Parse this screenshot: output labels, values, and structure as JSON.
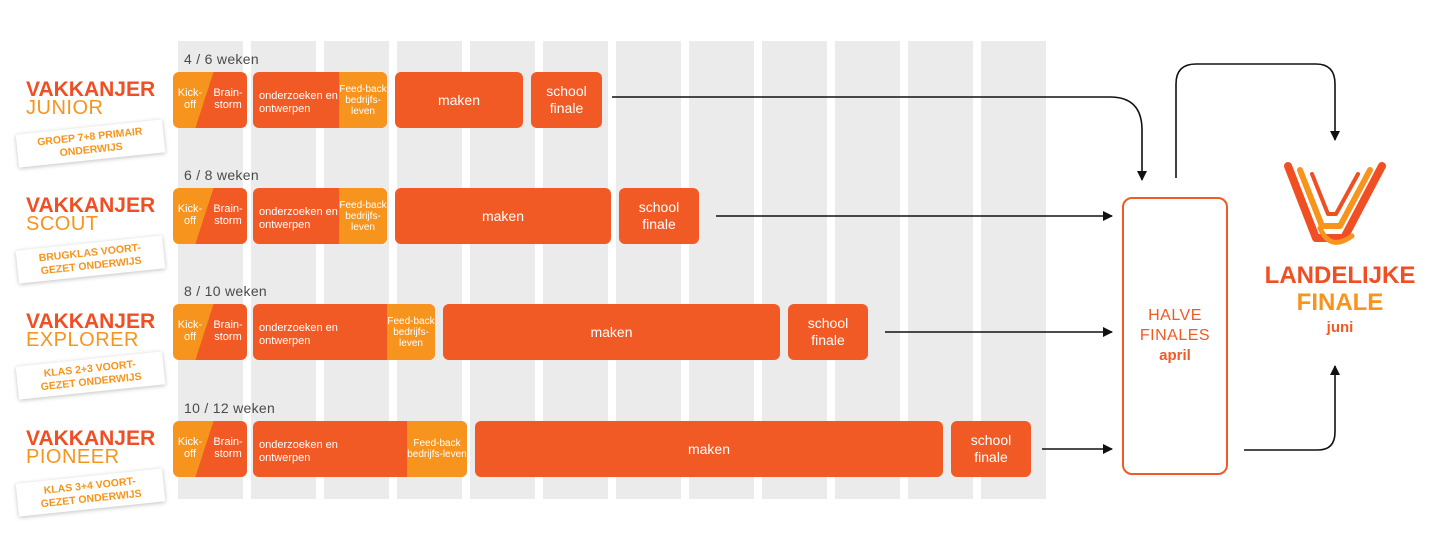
{
  "rows": [
    {
      "weeks": "4 / 6 weken",
      "name_top": "VAKKANJER",
      "name_bottom": "JUNIOR",
      "tag_line1": "GROEP 7+8 PRIMAIR",
      "tag_line2": "ONDERWIJS",
      "kickoff": "Kick-off",
      "brainstorm": "Brain-storm",
      "onderzoeken": "onderzoeken en ontwerpen",
      "feedback": "Feed-back bedrijfs-leven",
      "maken": "maken",
      "school": "school finale"
    },
    {
      "weeks": "6 / 8 weken",
      "name_top": "VAKKANJER",
      "name_bottom": "SCOUT",
      "tag_line1": "BRUGKLAS VOORT-",
      "tag_line2": "GEZET ONDERWIJS",
      "kickoff": "Kick-off",
      "brainstorm": "Brain-storm",
      "onderzoeken": "onderzoeken en ontwerpen",
      "feedback": "Feed-back bedrijfs-leven",
      "maken": "maken",
      "school": "school finale"
    },
    {
      "weeks": "8 / 10 weken",
      "name_top": "VAKKANJER",
      "name_bottom": "EXPLORER",
      "tag_line1": "KLAS 2+3 VOORT-",
      "tag_line2": "GEZET ONDERWIJS",
      "kickoff": "Kick-off",
      "brainstorm": "Brain-storm",
      "onderzoeken": "onderzoeken en ontwerpen",
      "feedback": "Feed-back bedrijfs-leven",
      "maken": "maken",
      "school": "school finale"
    },
    {
      "weeks": "10 / 12 weken",
      "name_top": "VAKKANJER",
      "name_bottom": "PIONEER",
      "tag_line1": "KLAS 3+4 VOORT-",
      "tag_line2": "GEZET ONDERWIJS",
      "kickoff": "Kick-off",
      "brainstorm": "Brain-storm",
      "onderzoeken": "onderzoeken en ontwerpen",
      "feedback": "Feed-back bedrijfs-leven",
      "maken": "maken",
      "school": "school finale"
    }
  ],
  "halve_finales": {
    "line1": "HALVE",
    "line2": "FINALES",
    "month": "april"
  },
  "landelijke_finale": {
    "line1": "LANDELIJKE",
    "line2": "FINALE",
    "month": "juni"
  },
  "logo": {
    "icon": "vakkanjer-v-logo-icon"
  },
  "colors": {
    "orange": "#f15a24",
    "amber": "#f7941d",
    "grid": "#ebebeb"
  }
}
